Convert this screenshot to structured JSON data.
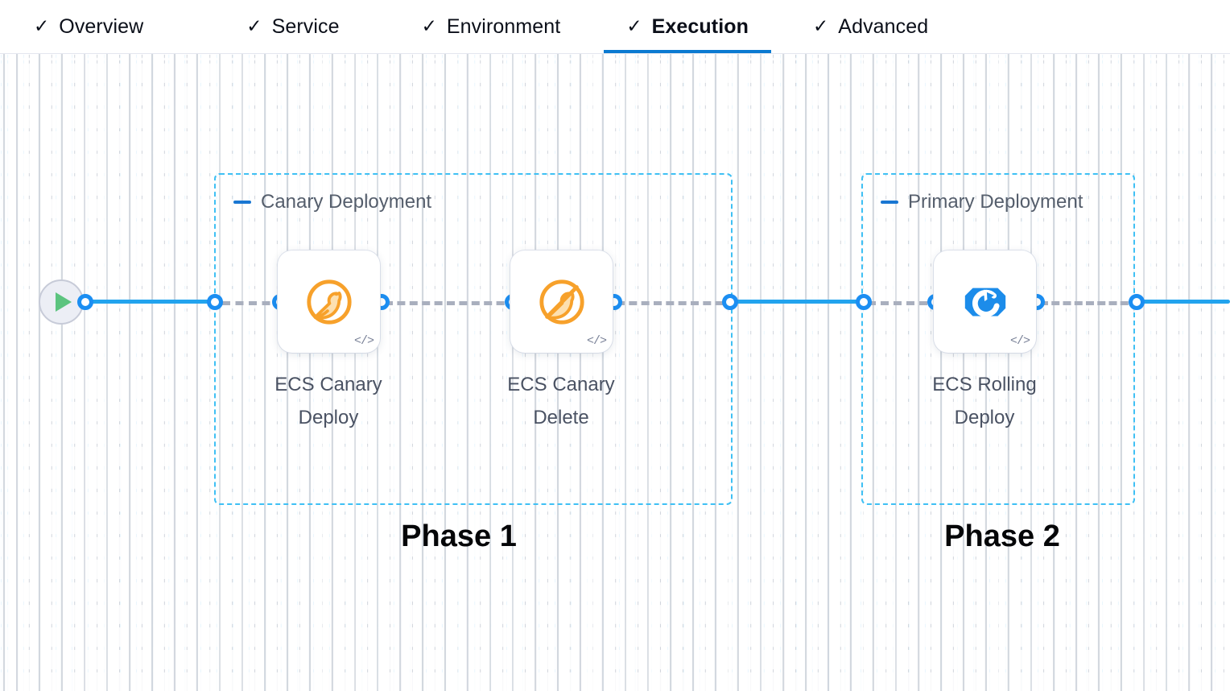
{
  "tabs": [
    {
      "label": "Overview",
      "icon": "check-icon",
      "active": false
    },
    {
      "label": "Service",
      "icon": "check-icon",
      "active": false
    },
    {
      "label": "Environment",
      "icon": "check-icon",
      "active": false
    },
    {
      "label": "Execution",
      "icon": "check-icon",
      "active": true
    },
    {
      "label": "Advanced",
      "icon": "check-icon",
      "active": false
    }
  ],
  "tab_check_glyph": "✓",
  "colors": {
    "accent_blue": "#0b7ad1",
    "edge_blue": "#22a3ee",
    "port_blue": "#1b8ef2",
    "group_border": "#3fc0f4",
    "collapse_blue": "#1976d2",
    "edge_dashed_gray": "#a9afbe",
    "canary_orange": "#f7a12b",
    "rolling_blue": "#1c8cea",
    "play_green": "#5cc47f",
    "label_gray": "#4a5263",
    "grid_line": "#eaf6fd"
  },
  "canvas": {
    "start_node": {
      "name": "pipeline-start",
      "icon": "play-icon"
    },
    "groups": [
      {
        "id": "canary-deployment",
        "label": "Canary Deployment",
        "collapse_icon": "minus-icon",
        "phase_caption": "Phase 1"
      },
      {
        "id": "primary-deployment",
        "label": "Primary Deployment",
        "collapse_icon": "minus-icon",
        "phase_caption": "Phase 2"
      }
    ],
    "nodes": [
      {
        "id": "ecs-canary-deploy",
        "label": "ECS Canary\nDeploy",
        "icon": "canary-bird-icon",
        "badge": "</>"
      },
      {
        "id": "ecs-canary-delete",
        "label": "ECS Canary\nDelete",
        "icon": "canary-bird-delete-icon",
        "badge": "</>"
      },
      {
        "id": "ecs-rolling-deploy",
        "label": "ECS Rolling\nDeploy",
        "icon": "ecs-rolling-deploy-icon",
        "badge": "</>"
      }
    ]
  }
}
